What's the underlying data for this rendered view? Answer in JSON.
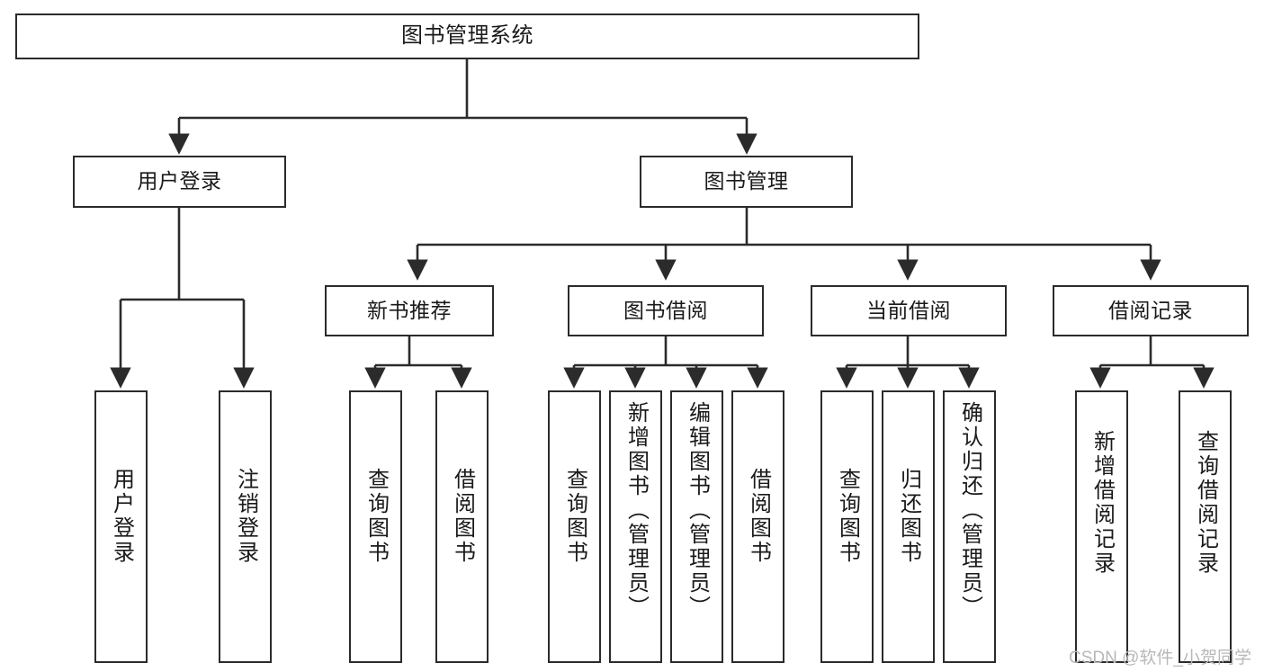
{
  "diagram": {
    "title": "图书管理系统",
    "type": "tree",
    "watermark": "CSDN @软件_小贺同学",
    "colors": {
      "stroke": "#2b2b2b",
      "fill": "#ffffff",
      "text": "#1a1a1a",
      "watermark": "#b8b8b8"
    },
    "nodes": {
      "root": {
        "label": "图书管理系统"
      },
      "level2": [
        {
          "label": "用户登录"
        },
        {
          "label": "图书管理"
        }
      ],
      "level3": [
        {
          "label": "新书推荐"
        },
        {
          "label": "图书借阅"
        },
        {
          "label": "当前借阅"
        },
        {
          "label": "借阅记录"
        }
      ],
      "leaves": {
        "user_login": [
          {
            "label": "用户登录"
          },
          {
            "label": "注销登录"
          }
        ],
        "new_book": [
          {
            "label": "查询图书"
          },
          {
            "label": "借阅图书"
          }
        ],
        "borrow": [
          {
            "label": "查询图书"
          },
          {
            "label": "新增图书（管理员）"
          },
          {
            "label": "编辑图书（管理员）"
          },
          {
            "label": "借阅图书"
          }
        ],
        "current": [
          {
            "label": "查询图书"
          },
          {
            "label": "归还图书"
          },
          {
            "label": "确认归还（管理员）"
          }
        ],
        "records": [
          {
            "label": "新增借阅记录"
          },
          {
            "label": "查询借阅记录"
          }
        ]
      }
    }
  }
}
